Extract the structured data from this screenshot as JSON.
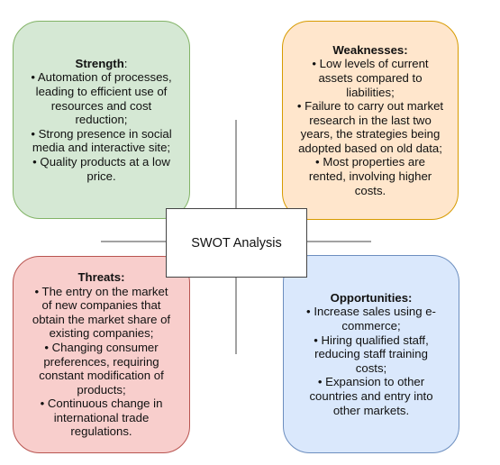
{
  "center": {
    "title": "SWOT Analysis"
  },
  "strength": {
    "heading": "Strength",
    "heading_suffix": ":",
    "lines": [
      "• Automation of processes,",
      "leading to efficient use of",
      "resources and cost",
      "reduction;",
      "• Strong presence in social",
      "media and interactive site;",
      "• Quality products at a low",
      "price."
    ]
  },
  "weaknesses": {
    "heading": "Weaknesses:",
    "lines": [
      "• Low levels of current",
      "assets compared to",
      "liabilities;",
      "• Failure to carry out market",
      "research in the last two",
      "years, the strategies being",
      "adopted based on old data;",
      "• Most properties are",
      "rented, involving higher",
      "costs."
    ]
  },
  "threats": {
    "heading": "Threats:",
    "lines": [
      "• The entry on the market",
      "of new companies that",
      "obtain the market share of",
      "existing companies;",
      "• Changing consumer",
      "preferences, requiring",
      "constant modification of",
      "products;",
      "• Continuous change in",
      "international trade",
      "regulations."
    ]
  },
  "opportunities": {
    "heading": "Opportunities:",
    "lines": [
      "• Increase sales using e-",
      "commerce;",
      "• Hiring qualified staff,",
      "reducing staff training",
      "costs;",
      "• Expansion to other",
      "countries and entry into",
      "other markets."
    ]
  },
  "colors": {
    "strength_fill": "#d5e8d4",
    "strength_border": "#82b366",
    "weaknesses_fill": "#ffe6cc",
    "weaknesses_border": "#d79b00",
    "threats_fill": "#f8cecc",
    "threats_border": "#b85450",
    "opportunities_fill": "#dae8fc",
    "opportunities_border": "#6c8ebf",
    "connector": "#444444"
  }
}
